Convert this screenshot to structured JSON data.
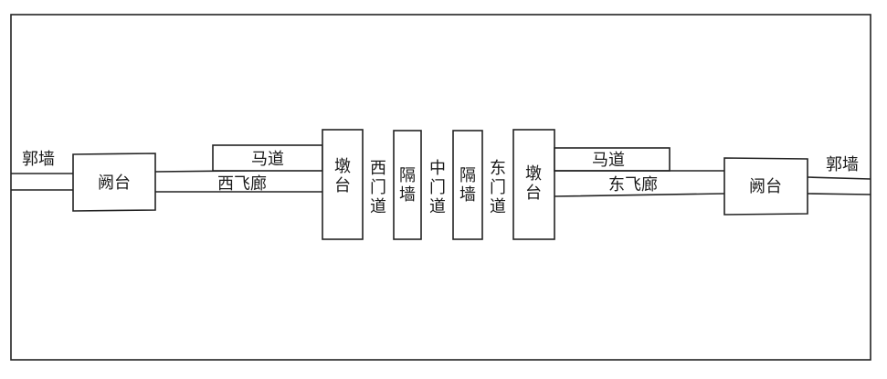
{
  "diagram": {
    "labels": {
      "west_guo_wall": "郭墙",
      "west_que_tai": "阙台",
      "west_ma_dao": "马道",
      "west_fei_lang": "西飞廊",
      "west_dun_tai": "墩台",
      "west_gate": "西门道",
      "west_partition": "隔墙",
      "middle_gate": "中门道",
      "east_partition": "隔墙",
      "east_gate": "东门道",
      "east_dun_tai": "墩台",
      "east_ma_dao": "马道",
      "east_fei_lang": "东飞廊",
      "east_que_tai": "阙台",
      "east_guo_wall": "郭墙"
    }
  }
}
